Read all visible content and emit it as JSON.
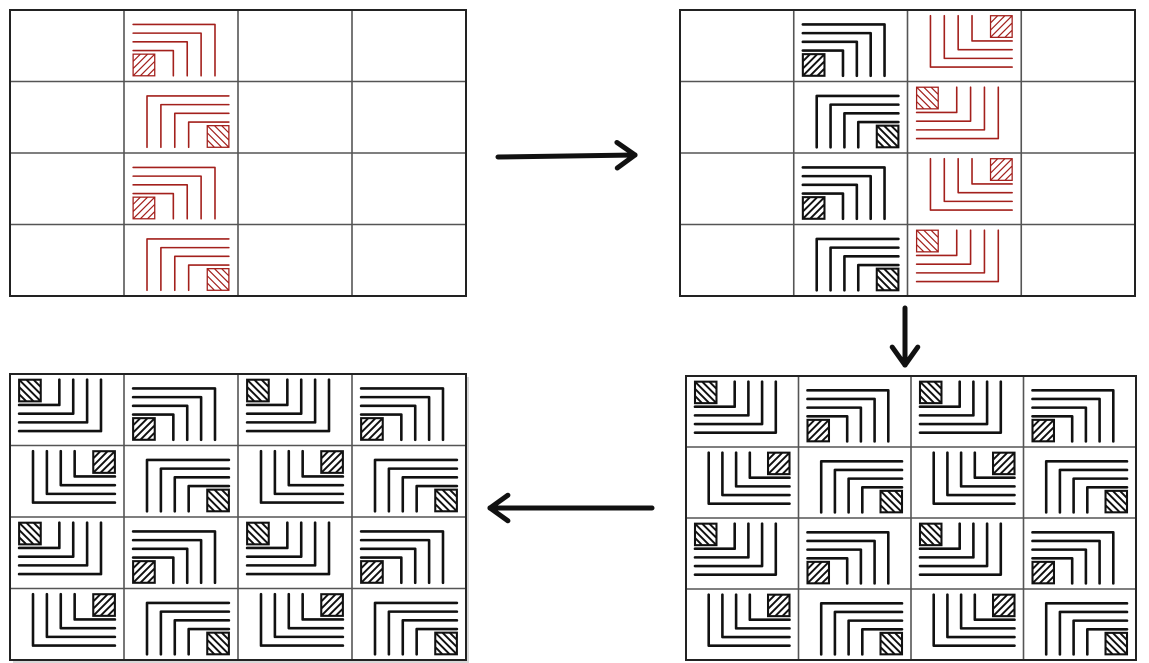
{
  "diagram": {
    "grid": {
      "rows": 4,
      "cols": 4
    },
    "colors": {
      "background": "#ffffff",
      "ink": "#111111",
      "red_ink": "#a3201c",
      "grid_line": "#555555",
      "panel_border": "#222222"
    },
    "tile_types": {
      "A": "corner-hatch-bottom-left",
      "B": "corner-hatch-bottom-right"
    },
    "panels": [
      {
        "id": "step-1",
        "filled": [
          {
            "row": 0,
            "col": 1,
            "type": "A",
            "ink": "red"
          },
          {
            "row": 1,
            "col": 1,
            "type": "B",
            "ink": "red"
          },
          {
            "row": 2,
            "col": 1,
            "type": "A",
            "ink": "red"
          },
          {
            "row": 3,
            "col": 1,
            "type": "B",
            "ink": "red"
          }
        ]
      },
      {
        "id": "step-2",
        "filled": [
          {
            "row": 0,
            "col": 1,
            "type": "A",
            "ink": "black"
          },
          {
            "row": 1,
            "col": 1,
            "type": "B",
            "ink": "black"
          },
          {
            "row": 2,
            "col": 1,
            "type": "A",
            "ink": "black"
          },
          {
            "row": 3,
            "col": 1,
            "type": "B",
            "ink": "black"
          },
          {
            "row": 0,
            "col": 2,
            "type": "topright",
            "ink": "red"
          },
          {
            "row": 1,
            "col": 2,
            "type": "rtl",
            "ink": "red"
          },
          {
            "row": 2,
            "col": 2,
            "type": "topright",
            "ink": "red"
          },
          {
            "row": 3,
            "col": 2,
            "type": "rtl",
            "ink": "red"
          }
        ]
      },
      {
        "id": "step-3",
        "pattern": "full"
      },
      {
        "id": "step-4",
        "pattern": "full-shaded"
      }
    ],
    "flow": [
      {
        "from": "step-1",
        "to": "step-2",
        "direction": "right"
      },
      {
        "from": "step-2",
        "to": "step-3",
        "direction": "down"
      },
      {
        "from": "step-3",
        "to": "step-4",
        "direction": "left"
      }
    ]
  }
}
